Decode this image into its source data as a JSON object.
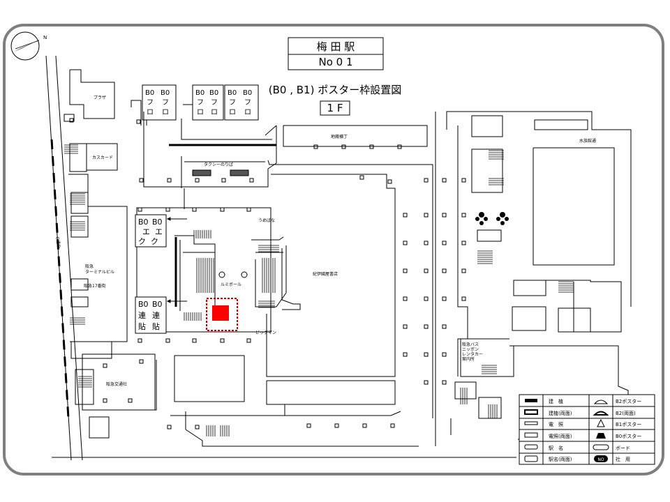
{
  "header": {
    "station": "梅 田 駅",
    "number": "No 0 1",
    "subtitle": "(B0 , B1) ポスター枠設置図",
    "floor": "1 F"
  },
  "compass": {
    "label": "N"
  },
  "boards": {
    "frame_left": "B0\nフ\nロ",
    "ek_a": "B0\nエ\nク",
    "ek_b": "B0\nエ\nク",
    "ren_a": "B0\n連\n貼",
    "ren_b": "B0\n連\n貼"
  },
  "labels": {
    "plaza": "プラザ",
    "kascard": "カスカード",
    "jizo": "地蔵横丁",
    "taxi": "タクシーのりば",
    "suizokukan": "水族館通",
    "umebana": "うめばな",
    "lumiball": "ルミボール",
    "kinokuniya": "紀伊國屋書店",
    "bigman": "ビッグマン",
    "o_dori": "O通り",
    "hankyu_terminal": "阪急\nターミナルビル",
    "hankyu17": "阪急17番街",
    "hankyu_kotsusha": "阪急交通社",
    "bus_info": "阪急バス\nニッポン\nレンタカー\n案内所"
  },
  "legend": {
    "items": [
      {
        "symbol": "bar-black",
        "label": "建　植"
      },
      {
        "symbol": "bar-double",
        "label": "建植(両面)"
      },
      {
        "symbol": "bar-thin",
        "label": "電　照"
      },
      {
        "symbol": "bar-thin-double",
        "label": "電照(両面)"
      },
      {
        "symbol": "rect-round",
        "label": "駅　名"
      },
      {
        "symbol": "rect-round-double",
        "label": "駅名(両面)"
      },
      {
        "symbol": "semicircle",
        "label": "B2ポスター"
      },
      {
        "symbol": "semicircle-double",
        "label": "B2(両面)"
      },
      {
        "symbol": "triangle",
        "label": "B1ポスター"
      },
      {
        "symbol": "trapezoid",
        "label": "B0ポスター"
      },
      {
        "symbol": "pill",
        "label": "ボード"
      },
      {
        "symbol": "no-badge",
        "label": "社　用"
      }
    ],
    "no_badge_text": "NO"
  },
  "colors": {
    "highlight": "#ff0000",
    "frame": "#7f7f7f",
    "line": "#000000"
  }
}
